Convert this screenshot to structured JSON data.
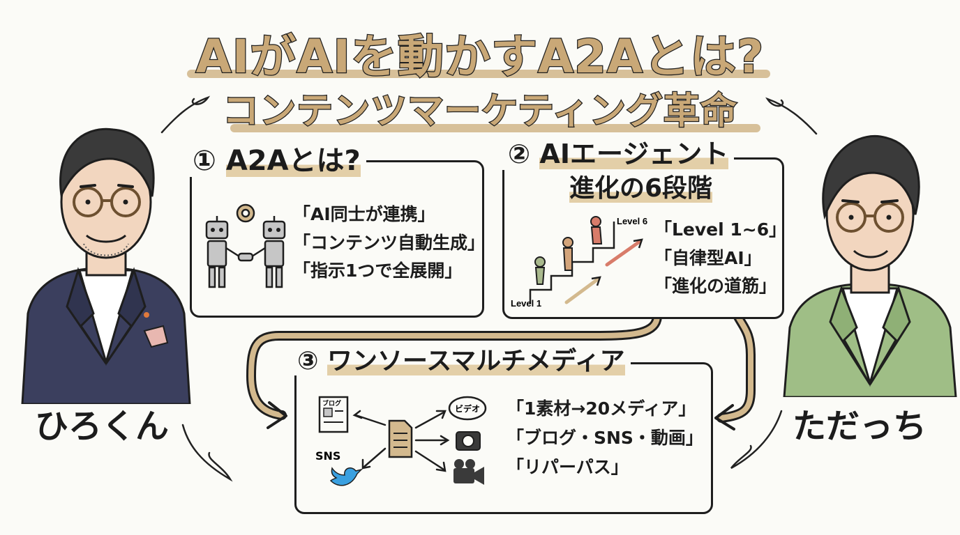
{
  "title": {
    "line1": "AIがAIを動かすA2Aとは?",
    "line2": "コンテンツマーケティング革命"
  },
  "people": {
    "left_name": "ひろくん",
    "right_name": "ただっち"
  },
  "section1": {
    "number": "①",
    "title": "A2Aとは?",
    "bullets": [
      "「AI同士が連携」",
      "「コンテンツ自動生成」",
      "「指示1つで全展開」"
    ]
  },
  "section2": {
    "number": "②",
    "title_line1": "AIエージェント",
    "title_line2": "進化の6段階",
    "bullets": [
      "「Level 1~6」",
      "「自律型AI」",
      "「進化の道筋」"
    ],
    "level_low": "Level 1",
    "level_high": "Level 6"
  },
  "section3": {
    "number": "③",
    "title": "ワンソースマルチメディア",
    "bullets": [
      "「1素材→20メディア」",
      "「ブログ・SNS・動画」",
      "「リパーパス」"
    ],
    "blog_label": "ブログ",
    "sns_label": "SNS",
    "video_label": "ビデオ"
  },
  "colors": {
    "accent": "#c9a877",
    "left_jacket": "#3b3f5e",
    "right_jacket": "#9fbe86"
  }
}
